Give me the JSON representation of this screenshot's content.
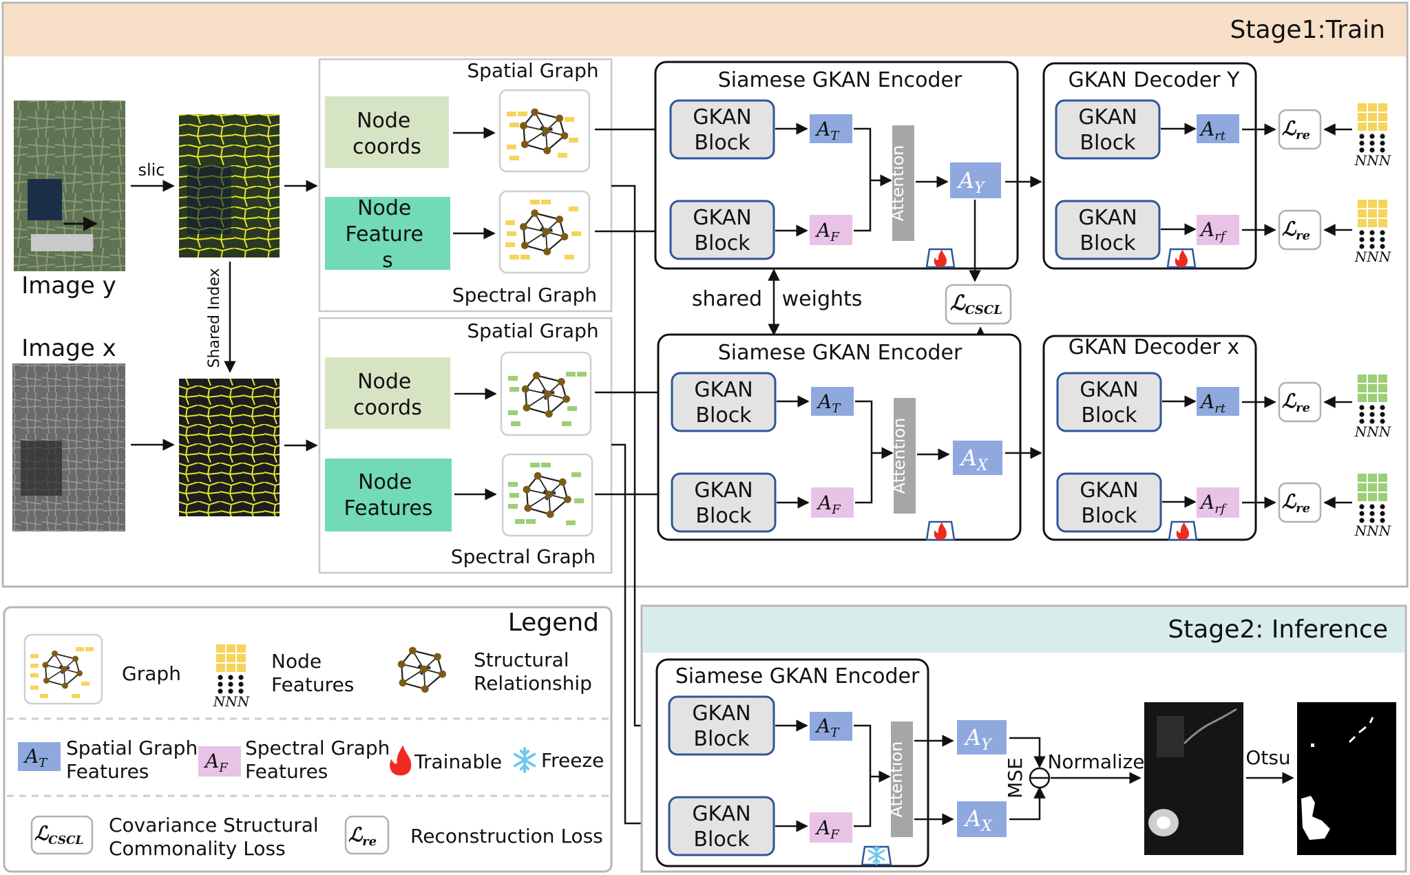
{
  "stage1": {
    "title": "Stage1:Train"
  },
  "stage2": {
    "title": "Stage2: Inference"
  },
  "images": {
    "y_label": "Image y",
    "x_label": "Image x",
    "slic": "slic",
    "shared_index": "Shared Index"
  },
  "graph_panels": {
    "spatial_graph": "Spatial Graph",
    "spectral_graph": "Spectral Graph",
    "node_coords": [
      "Node",
      "coords"
    ],
    "node_features_top": [
      "Node",
      "Feature",
      "s"
    ],
    "node_features_bottom": [
      "Node",
      "Features"
    ]
  },
  "encoders": {
    "title": "Siamese GKAN Encoder",
    "block": [
      "GKAN",
      "Block"
    ],
    "attention": "Attention",
    "shared_weights": [
      "shared",
      "weights"
    ]
  },
  "decoders": {
    "y_title": "GKAN Decoder Y",
    "x_title": "GKAN Decoder x"
  },
  "symbols": {
    "A": "A",
    "T": "T",
    "F": "F",
    "Y": "Y",
    "X": "X",
    "rt": "rt",
    "rf": "rf",
    "L": "ℒ",
    "re": "re",
    "cscl": "CSCL",
    "nnn": "NNN"
  },
  "inference": {
    "mse": "MSE",
    "normalize": "Normalize",
    "otsu": "Otsu"
  },
  "legend": {
    "title": "Legend",
    "graph": "Graph",
    "node_features": [
      "Node",
      "Features"
    ],
    "structural": [
      "Structural",
      "Relationship"
    ],
    "spatial_features": [
      "Spatial Graph",
      "Features"
    ],
    "spectral_features": [
      "Spectral Graph",
      "Features"
    ],
    "trainable": "Trainable",
    "freeze": "Freeze",
    "cscl_loss": [
      "Covariance Structural",
      "Commonality Loss"
    ],
    "re_loss": "Reconstruction Loss"
  },
  "colors": {
    "stage1_band": "#f8dfc8",
    "stage2_band": "#d8ecec",
    "node_coords_fill": "#d6e4c4",
    "node_features_fill": "#72d9b9",
    "gkan_block_fill": "#e3e3e3",
    "gkan_block_stroke": "#2f5597",
    "spatial_feature_fill": "#8fa9df",
    "spectral_feature_fill": "#e8c3e6",
    "attention_fill": "#a6a6a6",
    "yellow_feature": "#f6d45c",
    "green_feature": "#9ccf78",
    "flame": "#ee2b1f",
    "snowflake": "#6fc7ef"
  },
  "icons": [
    "flame-icon",
    "snowflake-icon",
    "graph-icon",
    "node-features-icon",
    "structural-relationship-icon"
  ]
}
